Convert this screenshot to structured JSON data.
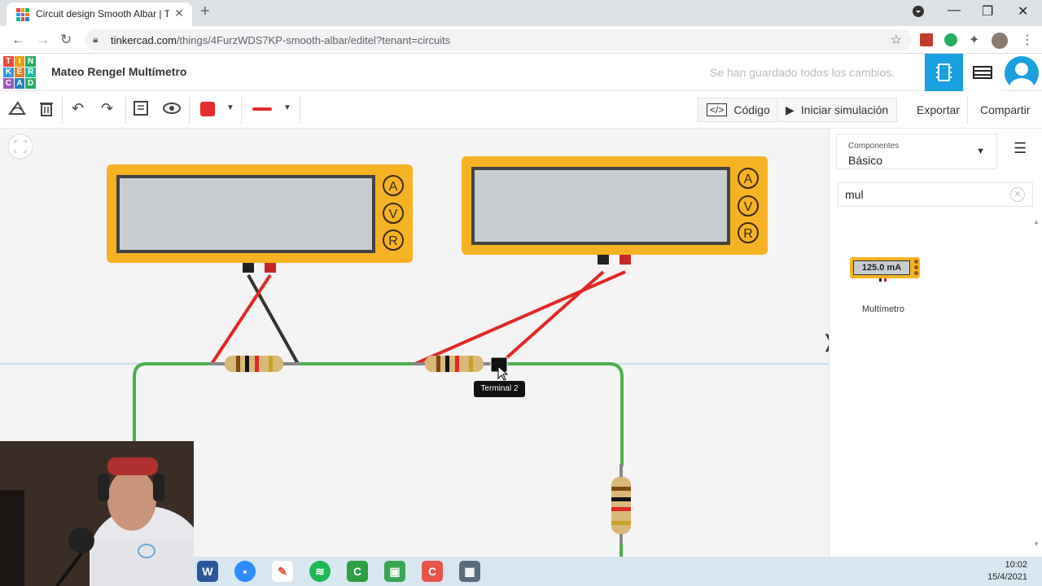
{
  "browser": {
    "tab_title": "Circuit design Smooth Albar | Tinkercad",
    "url_domain": "tinkercad.com",
    "url_path": "/things/4FurzWDS7KP-smooth-albar/editel?tenant=circuits"
  },
  "header": {
    "logo_letters": [
      "T",
      "I",
      "N",
      "K",
      "E",
      "R",
      "C",
      "A",
      "D"
    ],
    "title": "Mateo Rengel Multímetro",
    "save_status": "Se han guardado todos los cambios."
  },
  "toolbar": {
    "code_label": "Código",
    "simulate_label": "Iniciar simulación",
    "export_label": "Exportar",
    "share_label": "Compartir",
    "fill_color": "#e52b2b",
    "wire_color": "#e52b2b"
  },
  "components_panel": {
    "category_label": "Componentes",
    "category_value": "Básico",
    "search_value": "mul",
    "results": [
      {
        "name": "Multímetro",
        "display": "125.0 mA"
      }
    ]
  },
  "canvas": {
    "multimeters": [
      {
        "buttons": [
          "A",
          "V",
          "R"
        ]
      },
      {
        "buttons": [
          "A",
          "V",
          "R"
        ]
      }
    ],
    "tooltip": "Terminal 2"
  },
  "taskbar": {
    "time": "10:02",
    "date": "15/4/2021"
  },
  "colors": {
    "accent": "#1a9fe0",
    "multimeter_body": "#f5b324",
    "wire_green": "#4caf50",
    "wire_red": "#e02828",
    "wire_black": "#333333"
  }
}
